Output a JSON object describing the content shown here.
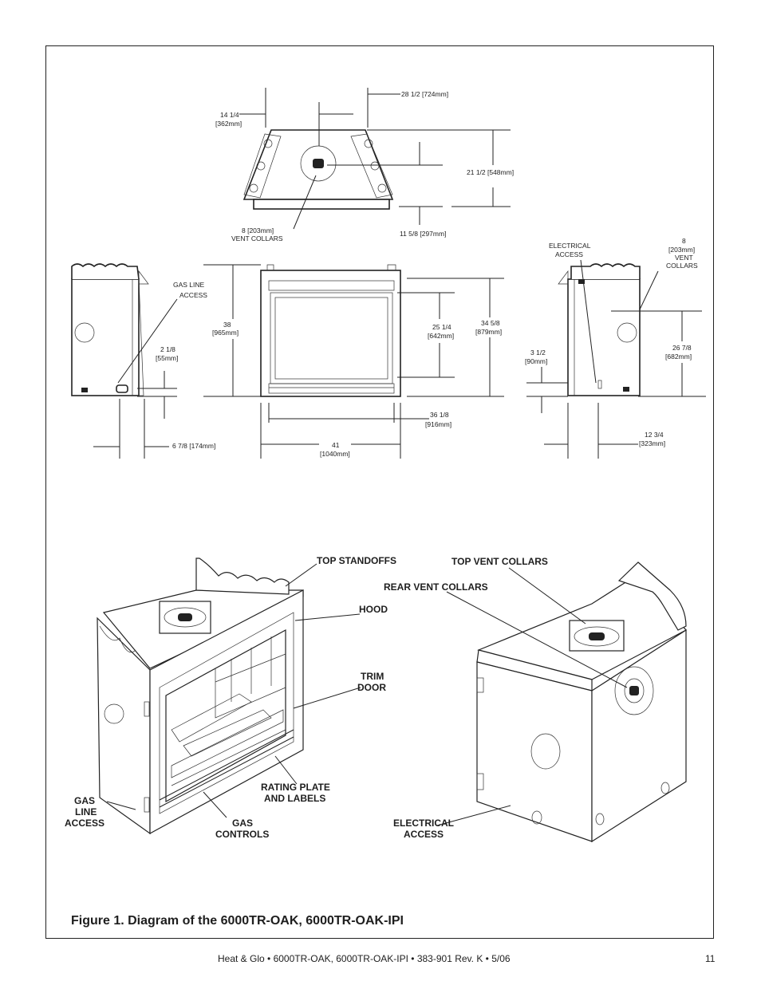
{
  "dims": {
    "d1": "28 1/2 [724mm]",
    "d2a": "14 1/4",
    "d2b": "[362mm]",
    "d3": "21 1/2 [548mm]",
    "d4a": "8 [203mm]",
    "d4b": "VENT COLLARS",
    "d5": "11 5/8 [297mm]",
    "d6a": "38",
    "d6b": "[965mm]",
    "d7a": "25 1/4",
    "d7b": "[642mm]",
    "d8a": "34 5/8",
    "d8b": "[879mm]",
    "d9a": "2 1/8",
    "d9b": "[55mm]",
    "d10a": "GAS LINE",
    "d10b": "ACCESS",
    "d11": "6 7/8 [174mm]",
    "d12a": "36 1/8",
    "d12b": "[916mm]",
    "d13a": "41",
    "d13b": "[1040mm]",
    "d14a": "ELECTRICAL",
    "d14b": "ACCESS",
    "d15a": "8",
    "d15b": "[203mm]",
    "d15c": "VENT",
    "d15d": "COLLARS",
    "d16a": "3 1/2",
    "d16b": "[90mm]",
    "d17a": "26 7/8",
    "d17b": "[682mm]",
    "d18a": "12 3/4",
    "d18b": "[323mm]"
  },
  "callouts": {
    "top_standoffs": "TOP STANDOFFS",
    "top_vent_collars": "TOP VENT COLLARS",
    "rear_vent_collars": "REAR VENT COLLARS",
    "hood": "HOOD",
    "trim": "TRIM",
    "door": "DOOR",
    "rating1": "RATING PLATE",
    "rating2": "AND LABELS",
    "gas_line1": "GAS",
    "gas_line2": "LINE",
    "gas_line3": "ACCESS",
    "gas_controls1": "GAS",
    "gas_controls2": "CONTROLS",
    "electrical1": "ELECTRICAL",
    "electrical2": "ACCESS"
  },
  "caption": "Figure 1.   Diagram of the 6000TR-OAK, 6000TR-OAK-IPI",
  "footer": "Heat & Glo  •  6000TR-OAK, 6000TR-OAK-IPI  •  383-901  Rev. K  •   5/06",
  "page_number": "11"
}
